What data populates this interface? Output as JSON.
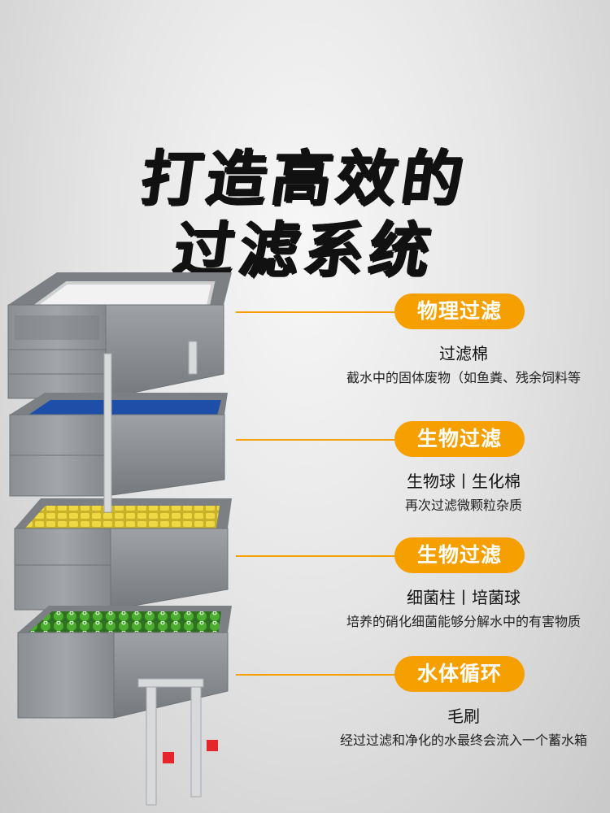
{
  "headline": {
    "line1": "打造高效的",
    "line2": "过滤系统"
  },
  "sections": [
    {
      "pill": "物理过滤",
      "subtitle": "过滤棉",
      "description": "截水中的固体废物（如鱼粪、残余饲料等"
    },
    {
      "pill": "生物过滤",
      "subtitle": "生物球丨生化棉",
      "description": "再次过滤微颗粒杂质"
    },
    {
      "pill": "生物过滤",
      "subtitle": "细菌柱丨培菌球",
      "description": "培养的硝化细菌能够分解水中的有害物质"
    },
    {
      "pill": "水体循环",
      "subtitle": "毛刷",
      "description": "经过过滤和净化的水最终会流入一个蓄水箱"
    }
  ],
  "colors": {
    "accent": "#f5a000",
    "crate": "#8d9196",
    "media_top": "#f2f2f2",
    "media_blue": "#1e4fa8",
    "media_yellow": "#e5cf3a",
    "media_green": "#3f9a2a",
    "valve": "#e3262b"
  }
}
